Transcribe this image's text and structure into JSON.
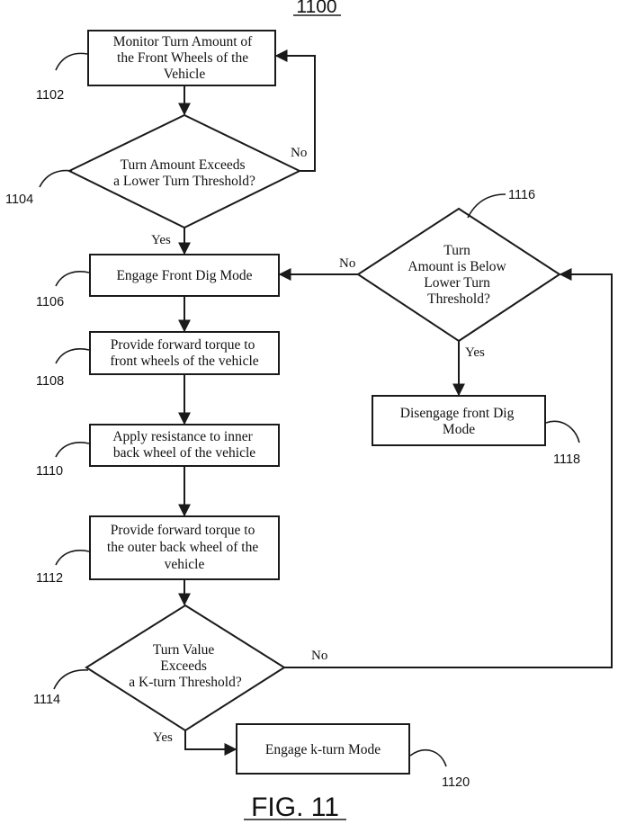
{
  "figure_number": "1100",
  "figure_label": "FIG. 11",
  "nodes": {
    "n1102": {
      "ref": "1102",
      "lines": [
        "Monitor Turn Amount of",
        "the Front Wheels of the",
        "Vehicle"
      ]
    },
    "n1104": {
      "ref": "1104",
      "lines": [
        "Turn Amount Exceeds",
        "a Lower Turn Threshold?"
      ]
    },
    "n1106": {
      "ref": "1106",
      "lines": [
        "Engage Front Dig Mode"
      ]
    },
    "n1108": {
      "ref": "1108",
      "lines": [
        "Provide forward torque to",
        "front wheels of the vehicle"
      ]
    },
    "n1110": {
      "ref": "1110",
      "lines": [
        "Apply resistance to inner",
        "back wheel of the vehicle"
      ]
    },
    "n1112": {
      "ref": "1112",
      "lines": [
        "Provide forward torque to",
        "the outer back wheel of the",
        "vehicle"
      ]
    },
    "n1114": {
      "ref": "1114",
      "lines": [
        "Turn Value",
        "Exceeds",
        "a K-turn Threshold?"
      ]
    },
    "n1116": {
      "ref": "1116",
      "lines": [
        "Turn",
        "Amount is Below",
        "Lower Turn",
        "Threshold?"
      ]
    },
    "n1118": {
      "ref": "1118",
      "lines": [
        "Disengage front Dig",
        "Mode"
      ]
    },
    "n1120": {
      "ref": "1120",
      "lines": [
        "Engage k-turn Mode"
      ]
    }
  },
  "edge_labels": {
    "e1104_no": "No",
    "e1104_yes": "Yes",
    "e1116_no": "No",
    "e1116_yes": "Yes",
    "e1114_no": "No",
    "e1114_yes": "Yes"
  }
}
